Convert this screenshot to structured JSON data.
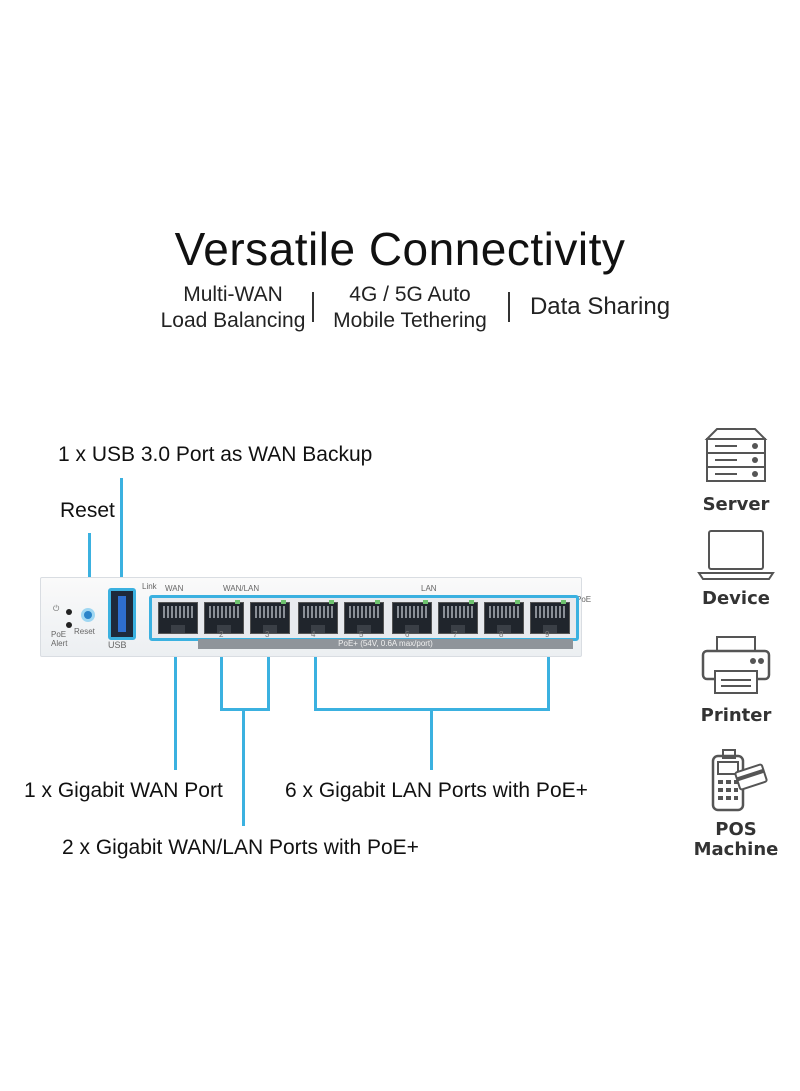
{
  "title": "Versatile Connectivity",
  "features": [
    {
      "line1": "Multi-WAN",
      "line2": "Load Balancing"
    },
    {
      "line1": "4G / 5G Auto",
      "line2": "Mobile Tethering"
    },
    {
      "line1": "Data Sharing"
    }
  ],
  "callouts": {
    "usb": "1 x USB 3.0 Port as WAN Backup",
    "reset": "Reset",
    "wan": "1 x Gigabit WAN Port",
    "lan": "6 x Gigabit LAN Ports with PoE+",
    "wanlan": "2 x Gigabit WAN/LAN Ports with PoE+"
  },
  "device": {
    "usb_label": "USB",
    "reset_label": "Reset",
    "poe_alert_label": "PoE Alert",
    "link_label": "Link",
    "wan_label": "WAN",
    "wanlan_label": "WAN/LAN",
    "lan_label": "LAN",
    "poe_label": "PoE",
    "poe_bar_label": "PoE+ (54V, 0.6A max/port)",
    "port_numbers": [
      "2",
      "3",
      "4",
      "5",
      "6",
      "7",
      "8",
      "9"
    ]
  },
  "side_devices": [
    {
      "label": "Server",
      "icon": "server-icon"
    },
    {
      "label": "Device",
      "icon": "laptop-icon"
    },
    {
      "label": "Printer",
      "icon": "printer-icon"
    },
    {
      "label": "POS Machine",
      "icon": "pos-terminal-icon"
    }
  ],
  "colors": {
    "accent": "#3bb1e0"
  }
}
